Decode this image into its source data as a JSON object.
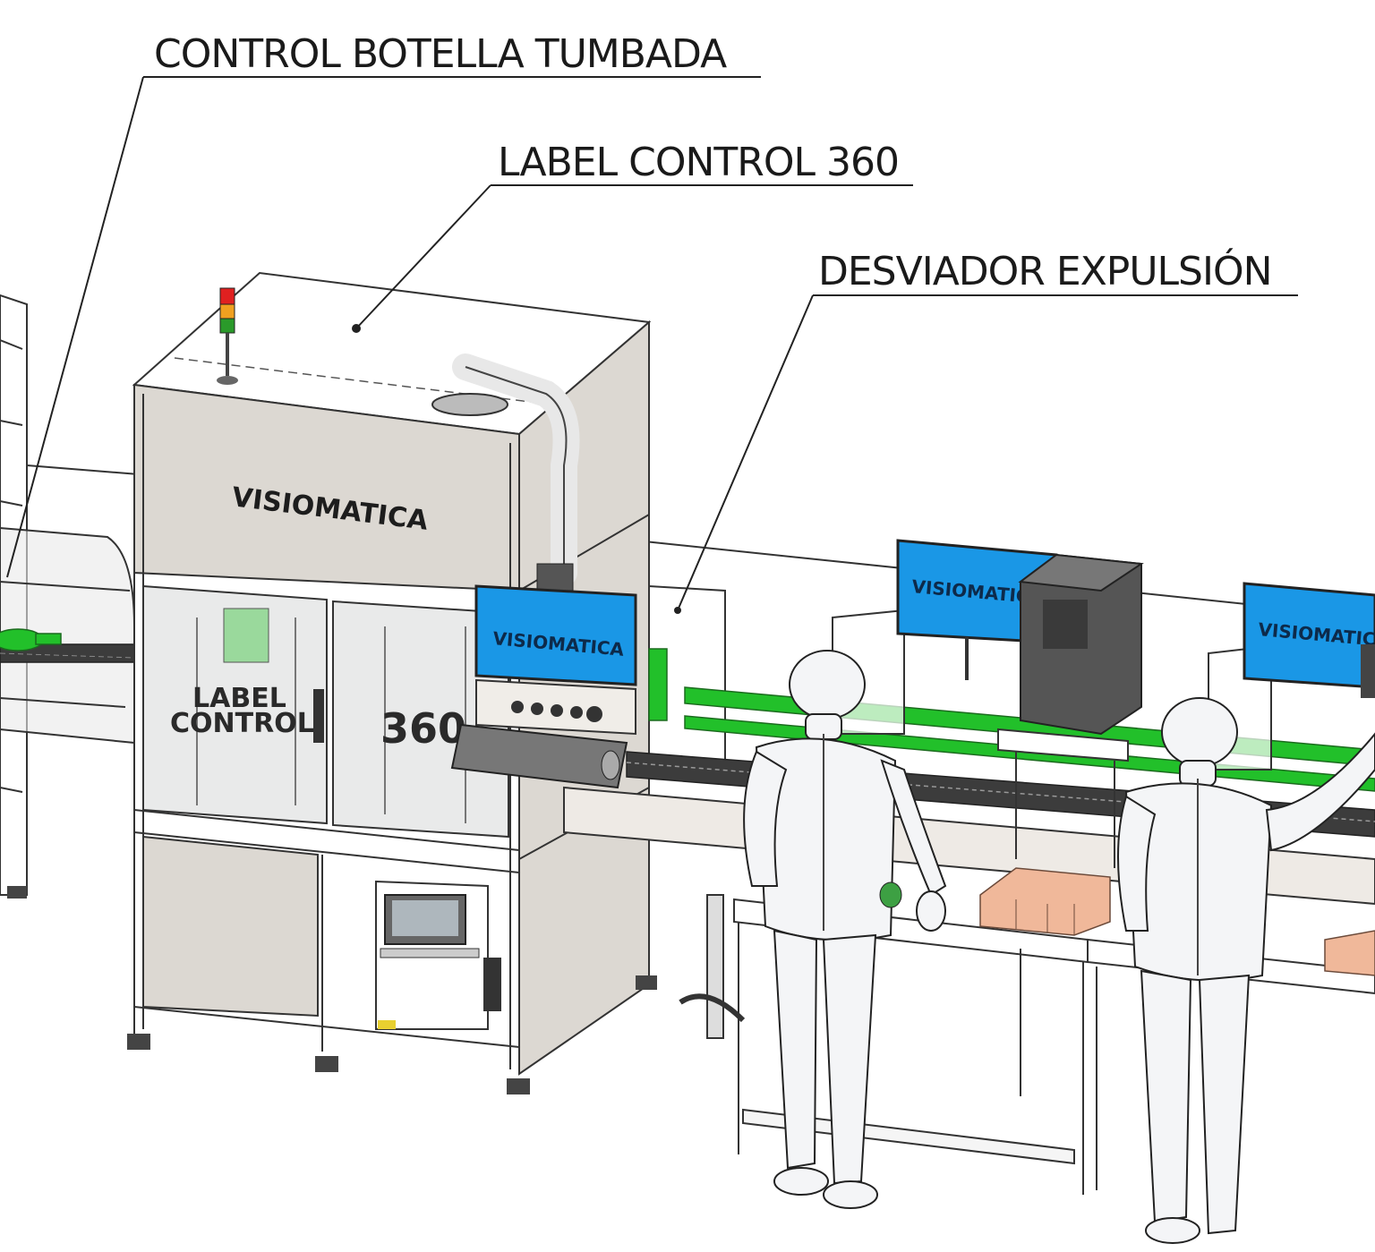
{
  "callouts": {
    "bottle_control": "CONTROL BOTELLA TUMBADA",
    "label_control": "LABEL CONTROL 360",
    "diverter": "DESVIADOR EXPULSIÓN"
  },
  "machine": {
    "brand": "VISIOMATICA",
    "door_text_line1": "LABEL",
    "door_text_line2": "CONTROL",
    "door_text_360": "360",
    "screen_brand": "VISIOMATICA",
    "station1_screen_brand": "VISIOMATICA",
    "station2_screen_brand": "VISIOMATICA"
  },
  "colors": {
    "accent_green": "#22c02a",
    "screen_blue": "#1a97e6",
    "cabinet_panel": "#dcd8d2",
    "box_tan": "#f0b89a"
  }
}
